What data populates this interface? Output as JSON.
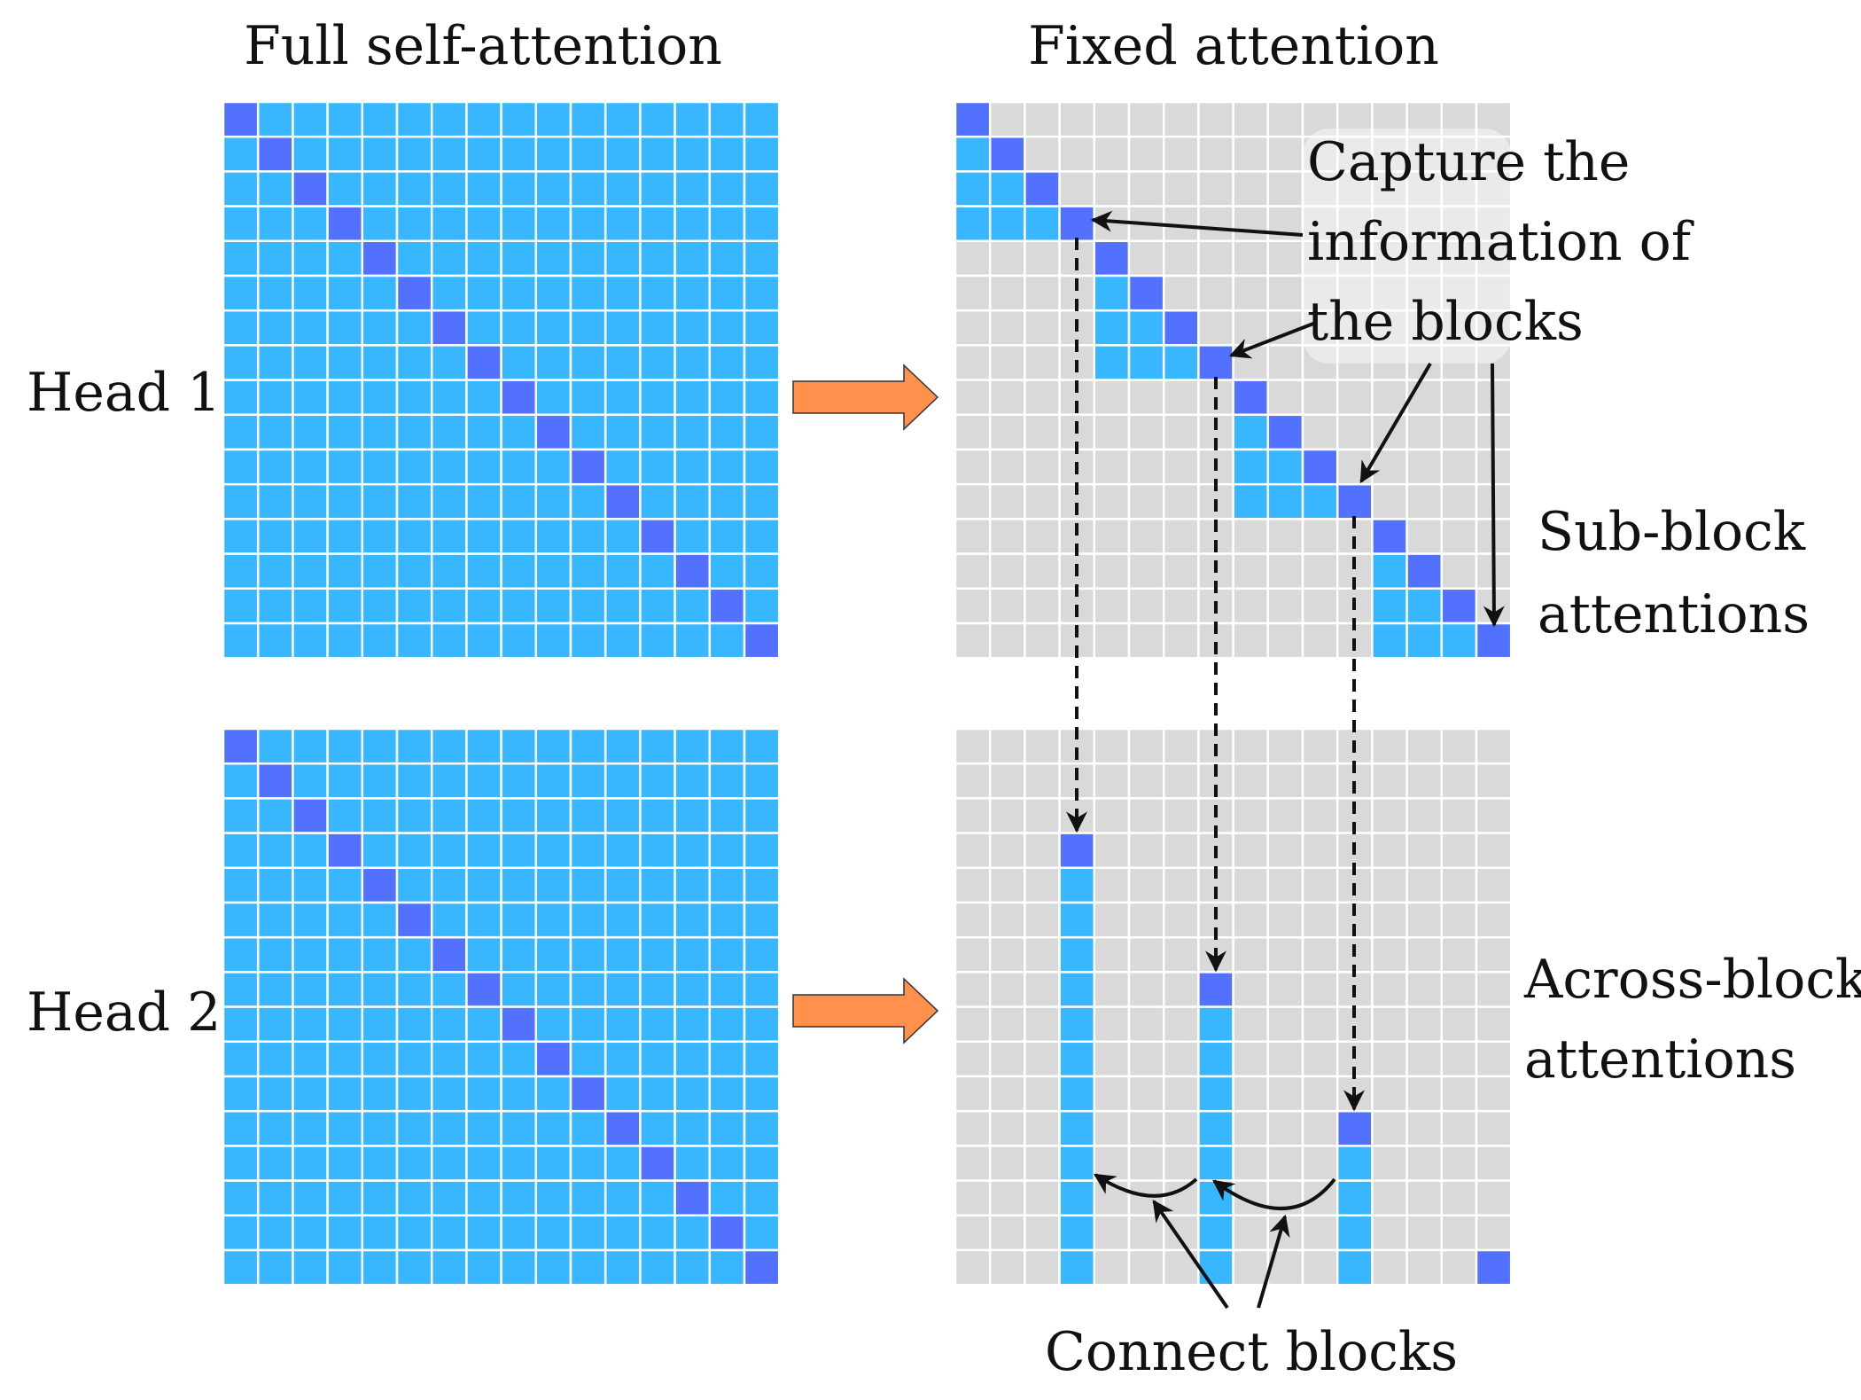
{
  "titles": {
    "full": "Full self-attention",
    "fixed": "Fixed attention"
  },
  "heads": {
    "head1": "Head 1",
    "head2": "Head 2"
  },
  "annotations": {
    "capture_line1": "Capture the",
    "capture_line2": "information of",
    "capture_line3": "the blocks",
    "subblock_line1": "Sub-block",
    "subblock_line2": "attentions",
    "across_line1": "Across-block",
    "across_line2": "attentions",
    "connect": "Connect blocks"
  },
  "grid": {
    "size": 16,
    "block_size": 4
  },
  "colors": {
    "attended": "#38b6ff",
    "diagonal": "#5271ff",
    "masked": "#d9d9d9",
    "arrow_fill": "#ff914d",
    "arrow_stroke": "#333333",
    "ink": "#111111",
    "cell_border": "#ffffff"
  }
}
